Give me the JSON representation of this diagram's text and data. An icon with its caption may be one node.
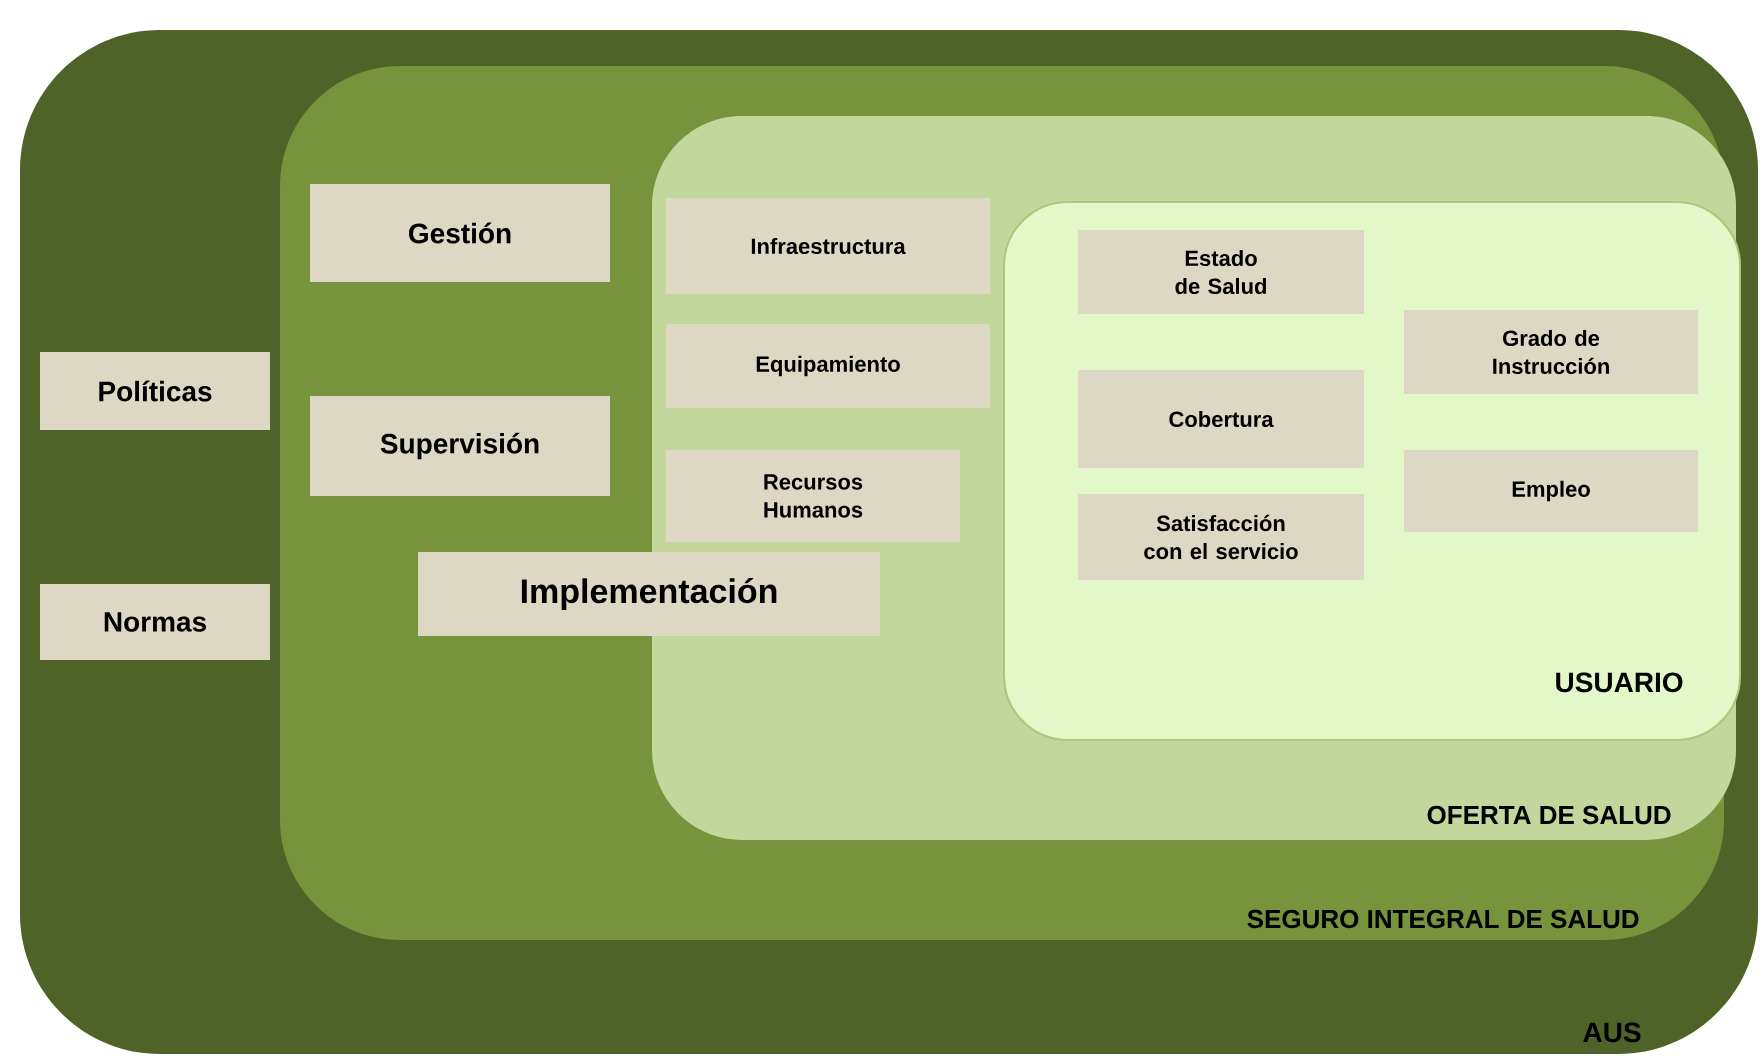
{
  "diagram": {
    "nodes": [
      {
        "text": [
          "AUS"
        ]
      },
      {
        "text": [
          "Políticas"
        ],
        "in": 0
      },
      {
        "text": [
          "Normas"
        ],
        "in": 0
      },
      {
        "text": [
          "SEGURO INTEGRAL DE SALUD"
        ],
        "in": 0
      },
      {
        "text": [
          "Gestión"
        ],
        "in": 3
      },
      {
        "text": [
          "Supervisión"
        ],
        "in": 3
      },
      {
        "text": [
          "Implementación"
        ],
        "in": 3
      },
      {
        "text": [
          "OFERTA DE SALUD"
        ],
        "in": 3
      },
      {
        "text": [
          "Infraestructura"
        ],
        "in": 7
      },
      {
        "text": [
          "Equipamiento"
        ],
        "in": 7
      },
      {
        "text": [
          "Recursos Humanos"
        ],
        "in": 7
      },
      {
        "text": [
          "USUARIO"
        ],
        "in": 7
      },
      {
        "text": [
          "Estado de Salud"
        ],
        "in": 11
      },
      {
        "text": [
          "Cobertura"
        ],
        "in": 11
      },
      {
        "text": [
          "Satisfacción con el servicio"
        ],
        "in": 11
      },
      {
        "text": [
          "Grado de Instrucción"
        ],
        "in": 11
      },
      {
        "text": [
          "Empleo"
        ],
        "in": 11
      }
    ]
  }
}
